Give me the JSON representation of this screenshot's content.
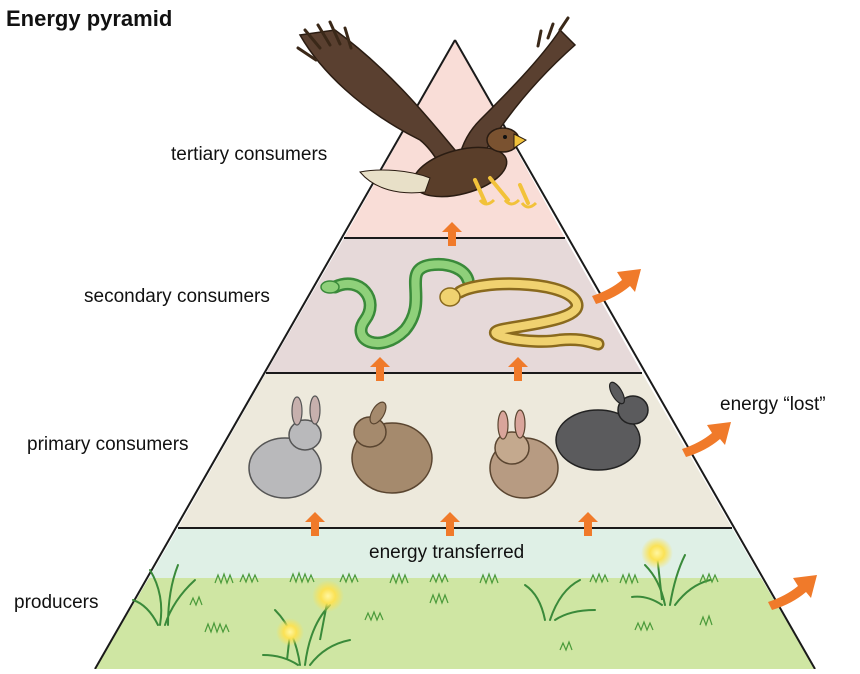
{
  "title": "Energy pyramid",
  "levels": {
    "tertiary": "tertiary consumers",
    "secondary": "secondary consumers",
    "primary": "primary consumers",
    "producers": "producers"
  },
  "annotations": {
    "energy_lost": "energy “lost”",
    "energy_transferred": "energy transferred"
  },
  "colors": {
    "tertiary_fill": "#f9ddd7",
    "secondary_fill": "#e6d9d9",
    "primary_fill": "#ede9dc",
    "producer_band": "#dff0e6",
    "grass_field": "#cfe6a3",
    "arrow": "#f07a2a",
    "outline": "#1a1a1a"
  },
  "icons": [
    "eagle-illustration",
    "green-snake-illustration",
    "yellow-snake-illustration",
    "rabbit-illustration",
    "grass-illustration",
    "dandelion-illustration"
  ]
}
